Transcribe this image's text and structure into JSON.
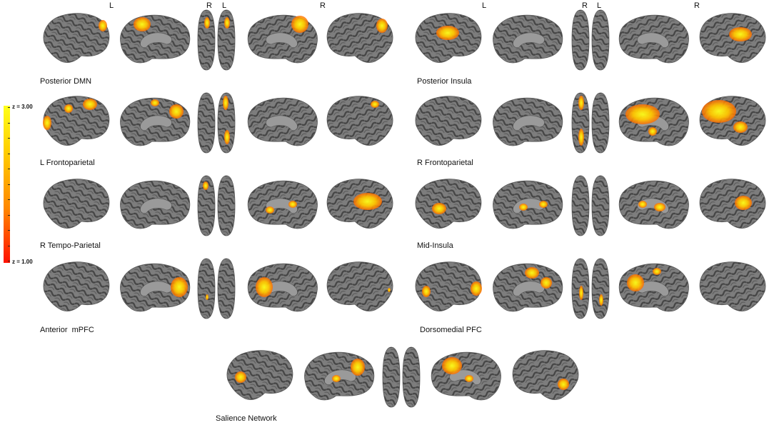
{
  "orientation_labels": [
    {
      "text": "L"
    },
    {
      "text": "R"
    },
    {
      "text": "L"
    },
    {
      "text": "R"
    },
    {
      "text": "L"
    },
    {
      "text": "R"
    },
    {
      "text": "L"
    },
    {
      "text": "R"
    }
  ],
  "colorbar": {
    "max_label": "z = 3.00",
    "min_label": "z = 1.00",
    "max": 3.0,
    "min": 1.0
  },
  "colors": {
    "cortex": "#7b7b7b",
    "sulcus": "#4a4a4a",
    "activation_high": "#ffff1a",
    "activation_low": "#ff1100"
  },
  "networks": [
    {
      "name": "Posterior DMN"
    },
    {
      "name": "Posterior Insula"
    },
    {
      "name": "L Frontoparietal"
    },
    {
      "name": "R Frontoparietal"
    },
    {
      "name": "R Tempo-Parietal"
    },
    {
      "name": "Mid-Insula"
    },
    {
      "name": "Anterior  mPFC"
    },
    {
      "name": "Dorsomedial PFC"
    },
    {
      "name": "Salience Network"
    }
  ]
}
